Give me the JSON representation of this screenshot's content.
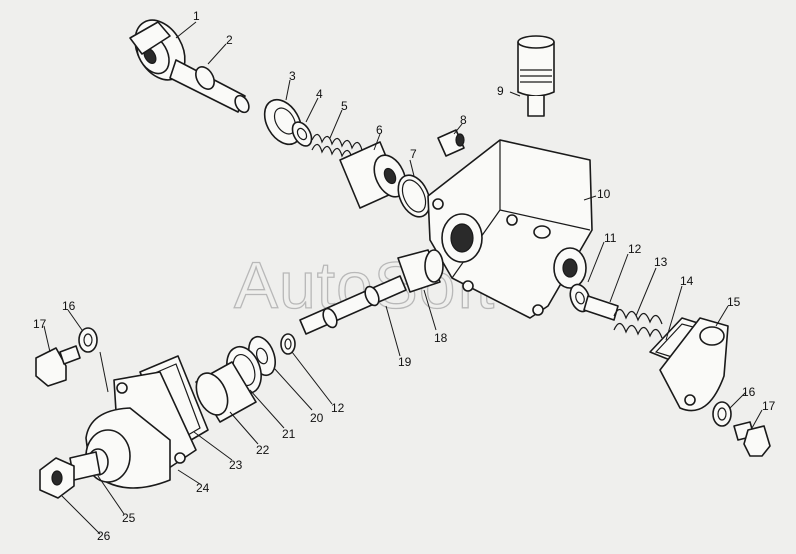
{
  "watermark": "AutoSoft",
  "callouts": [
    "1",
    "2",
    "3",
    "4",
    "5",
    "6",
    "7",
    "8",
    "9",
    "10",
    "11",
    "12",
    "13",
    "14",
    "15",
    "16",
    "17",
    "18",
    "19",
    "20",
    "12",
    "21",
    "22",
    "23",
    "24",
    "25",
    "26",
    "16",
    "17"
  ]
}
